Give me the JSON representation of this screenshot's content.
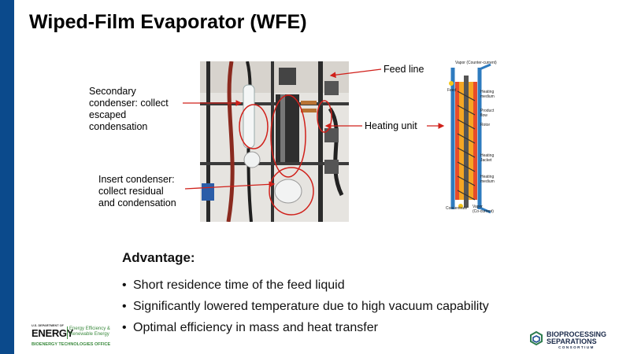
{
  "slide": {
    "title": "Wiped-Film Evaporator (WFE)",
    "labels": {
      "secondary_condenser": [
        "Secondary",
        "condenser: collect",
        "escaped",
        "condensation"
      ],
      "insert_condenser": [
        "Insert condenser:",
        "collect residual",
        "and condensation"
      ],
      "feed_line": "Feed line",
      "heating_unit": "Heating unit"
    },
    "diagram": {
      "vapor_counter": [
        "Vapor (Counter-current)"
      ],
      "feed": "Feed",
      "heating_medium_top": [
        "Heating",
        "medium"
      ],
      "product_flow": [
        "Product",
        "flow"
      ],
      "rotor": "Rotor",
      "heating_jacket": [
        "Heating",
        "Jacket"
      ],
      "heating_medium_bottom": [
        "Heating",
        "medium"
      ],
      "concentrate": "Concentrate",
      "vapor_co": [
        "Vapor",
        "(Co-current)"
      ]
    },
    "advantage_title": "Advantage:",
    "advantages": [
      "Short residence time of the feed liquid",
      "Significantly lowered temperature due to high vacuum capability",
      "Optimal efficiency in mass and heat transfer"
    ],
    "bullet_char": "•"
  },
  "footer": {
    "doe_small": "U.S. DEPARTMENT OF",
    "doe_big": "ENERGY",
    "doe_right": [
      "Energy Efficiency &",
      "Renewable Energy"
    ],
    "doe_office": "BIOENERGY TECHNOLOGIES OFFICE",
    "bsc_lines": [
      "BIOPROCESSING",
      "SEPARATIONS",
      "CONSORTIUM"
    ]
  },
  "colors": {
    "accent_blue": "#0b4a8c",
    "annotation_red": "#d0201a",
    "doe_green": "#3b8a3e"
  }
}
